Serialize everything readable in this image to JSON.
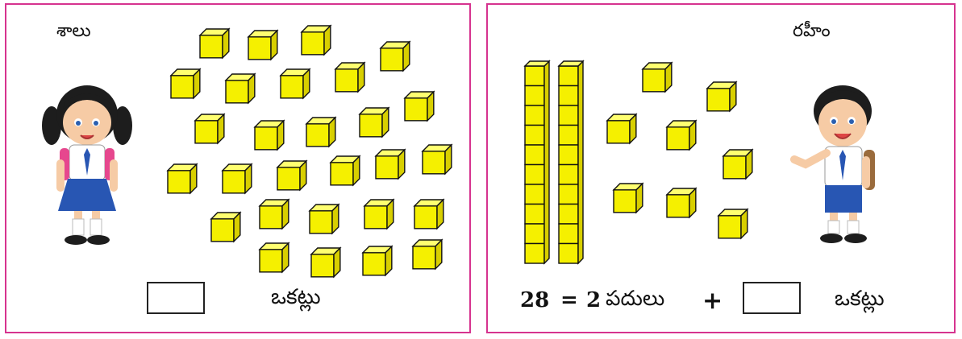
{
  "left": {
    "name": "శాలు",
    "unit_word": "ఒకట్లు"
  },
  "right": {
    "name": "రహీం",
    "equation_number": "28",
    "equation_equals": "=",
    "equation_tens_count": "2",
    "equation_tens_word": "పదులు",
    "equation_plus": "+",
    "unit_word": "ఒకట్లు"
  },
  "colors": {
    "border": "#d6338f",
    "cube_fill": "#f5f000",
    "cube_side": "#d8cf00",
    "cube_top": "#ffff70"
  }
}
